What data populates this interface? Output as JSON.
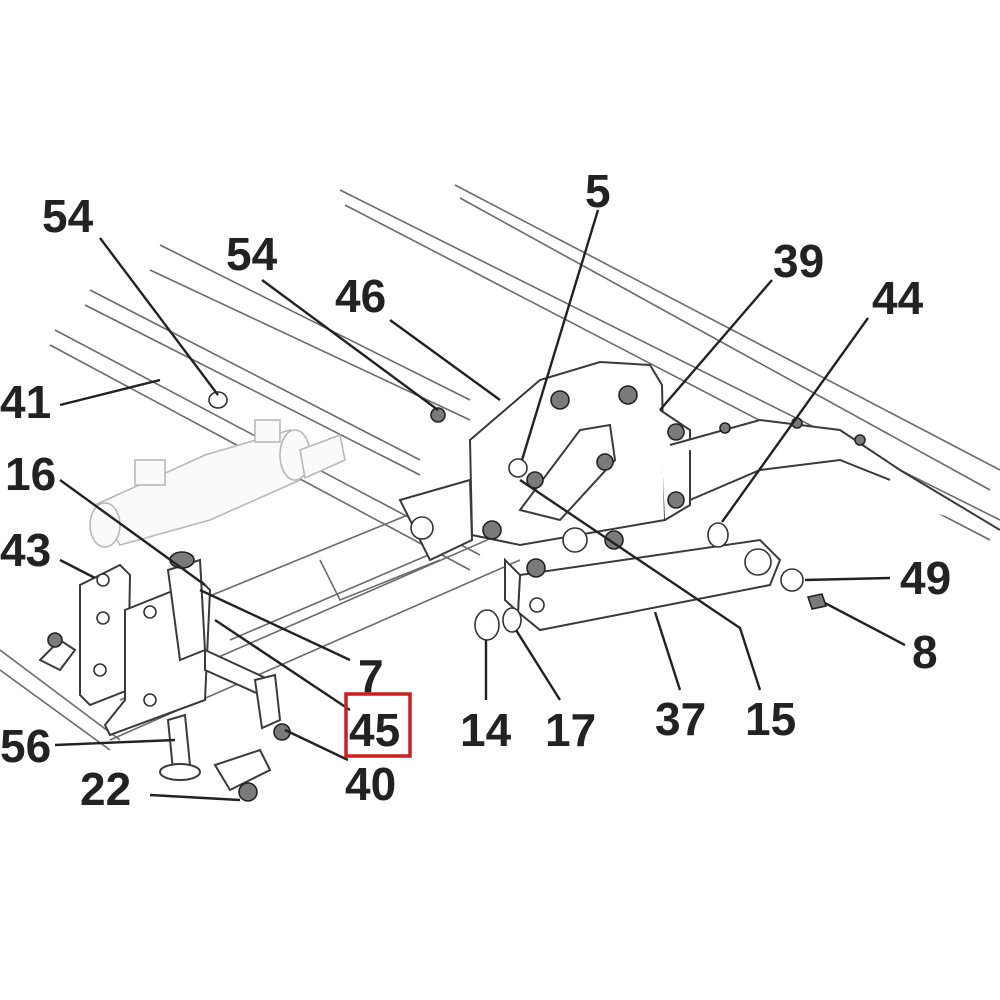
{
  "diagram": {
    "highlight_color": "#cc1f1f",
    "callouts": {
      "c54a": "54",
      "c54b": "54",
      "c46": "46",
      "c5": "5",
      "c39": "39",
      "c44": "44",
      "c41": "41",
      "c16": "16",
      "c43": "43",
      "c49": "49",
      "c8": "8",
      "c7": "7",
      "c45": "45",
      "c14": "14",
      "c17": "17",
      "c37": "37",
      "c15": "15",
      "c56": "56",
      "c22": "22",
      "c40": "40"
    },
    "highlighted_callout": "45"
  }
}
